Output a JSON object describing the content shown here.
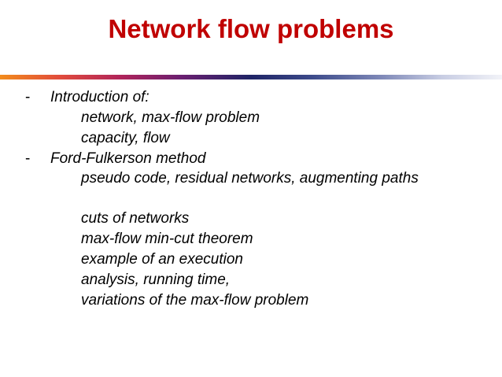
{
  "slide": {
    "title": "Network flow problems",
    "accent_color": "#c00000",
    "bullet_char": "-",
    "sections": [
      {
        "heading": "Introduction of:",
        "items": [
          "network, max-flow problem",
          "capacity, flow"
        ]
      },
      {
        "heading": "Ford-Fulkerson method",
        "items": [
          "pseudo code, residual networks, augmenting paths",
          "",
          "cuts of networks",
          "max-flow min-cut theorem",
          "example of an execution",
          "analysis, running time,",
          "variations of the max-flow problem"
        ]
      }
    ]
  }
}
